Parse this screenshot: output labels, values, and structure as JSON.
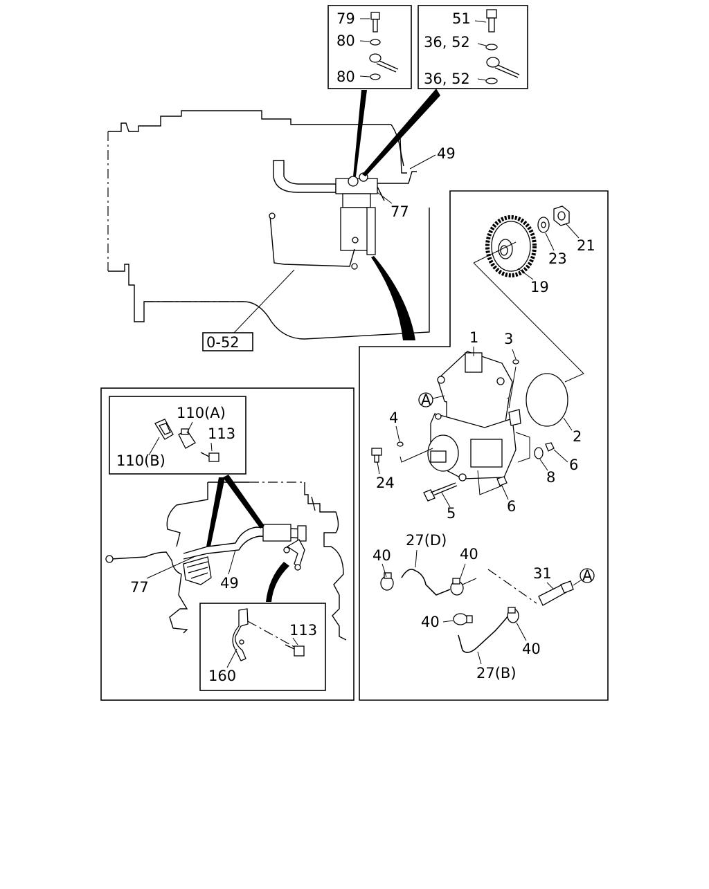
{
  "labels": {
    "l79": "79",
    "l80a": "80",
    "l80b": "80",
    "l51": "51",
    "l3652a": "36, 52",
    "l3652b": "36, 52",
    "l49top": "49",
    "l77top": "77",
    "l052": "0-52",
    "l21": "21",
    "l23": "23",
    "l19": "19",
    "l1": "1",
    "l3": "3",
    "l2": "2",
    "l4": "4",
    "l24": "24",
    "l5": "5",
    "l6a": "6",
    "l6b": "6",
    "l8": "8",
    "lA1": "A",
    "lA2": "A",
    "l27d": "27(D)",
    "l40a": "40",
    "l40b": "40",
    "l40c": "40",
    "l40d": "40",
    "l31": "31",
    "l27b": "27(B)",
    "l110a": "110(A)",
    "l110b": "110(B)",
    "l113a": "113",
    "l113b": "113",
    "l77bot": "77",
    "l49bot": "49",
    "l160": "160"
  }
}
